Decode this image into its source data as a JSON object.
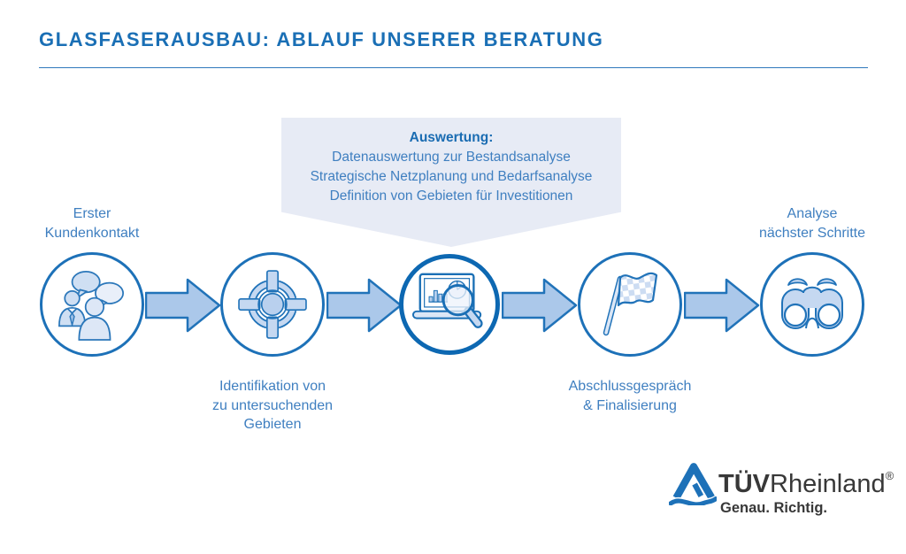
{
  "header": {
    "title": "GLASFASERAUSBAU: ABLAUF UNSERER BERATUNG"
  },
  "callout": {
    "heading": "Auswertung:",
    "lines": [
      "Datenauswertung zur Bestandsanalyse",
      "Strategische Netzplanung und Bedarfsanalyse",
      "Definition von Gebieten für Investitionen"
    ]
  },
  "steps": [
    {
      "name": "erster-kundenkontakt",
      "icon": "people-conversation-icon",
      "highlighted": false,
      "label_position": "above",
      "label_lines": [
        "Erster",
        "Kundenkontakt"
      ]
    },
    {
      "name": "identifikation-gebiete",
      "icon": "target-crosshair-icon",
      "highlighted": false,
      "label_position": "below",
      "label_lines": [
        "Identifikation von",
        "zu untersuchenden",
        "Gebieten"
      ]
    },
    {
      "name": "auswertung",
      "icon": "laptop-magnifier-icon",
      "highlighted": true,
      "label_position": "callout-above",
      "label_lines": []
    },
    {
      "name": "abschlussgespraech-finalisierung",
      "icon": "checkered-flag-icon",
      "highlighted": false,
      "label_position": "below",
      "label_lines": [
        "Abschlussgespräch",
        "& Finalisierung"
      ]
    },
    {
      "name": "analyse-naechster-schritte",
      "icon": "binoculars-icon",
      "highlighted": false,
      "label_position": "above",
      "label_lines": [
        "Analyse",
        "nächster Schritte"
      ]
    }
  ],
  "logo": {
    "brand_bold": "TÜV",
    "brand_regular": "Rheinland",
    "registered_mark": "®",
    "tagline": "Genau. Richtig."
  },
  "colors": {
    "brand_blue": "#1a6fb5",
    "circle_stroke": "#1d71b8",
    "highlight_circle_stroke": "#0d68b2",
    "text_blue": "#3f7fc0",
    "callout_background": "#e7ebf5",
    "arrow_fill": "#abc8ea",
    "arrow_stroke": "#2173b9",
    "icon_fill_light": "#dce7f6",
    "icon_fill_mid": "#c5d8f1",
    "logo_text": "#383838"
  }
}
